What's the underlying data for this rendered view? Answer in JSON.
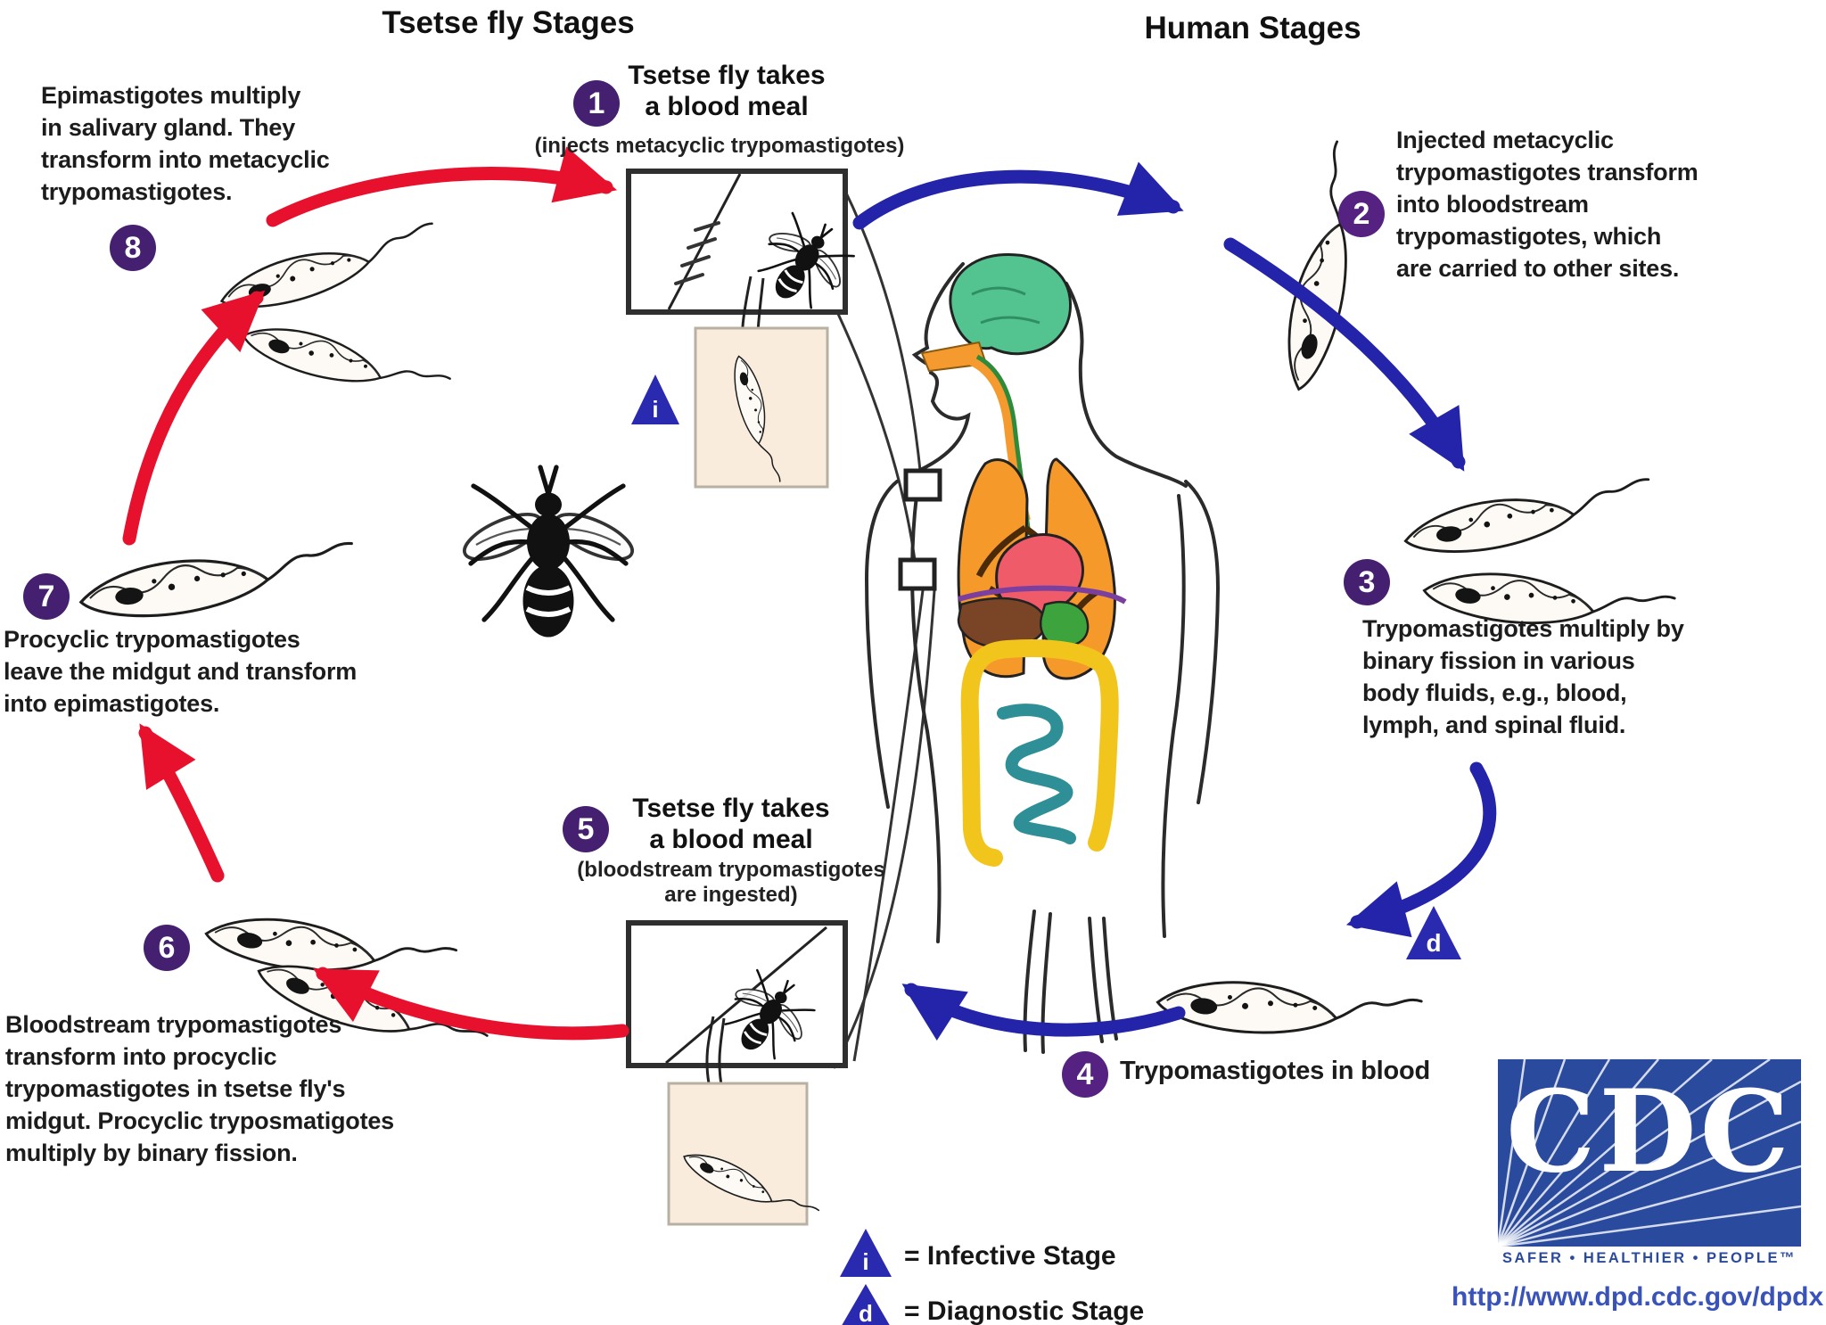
{
  "titles": {
    "left": "Tsetse fly Stages",
    "right": "Human Stages"
  },
  "steps": [
    {
      "num": "1",
      "text": "Tsetse fly takes\na blood meal",
      "sub": "(injects metacyclic trypomastigotes)"
    },
    {
      "num": "2",
      "text": "Injected metacyclic\ntrypomastigotes transform\ninto bloodstream\ntrypomastigotes, which\nare carried to other sites."
    },
    {
      "num": "3",
      "text": "Trypomastigotes multiply by\nbinary fission in various\nbody fluids, e.g., blood,\nlymph, and spinal fluid."
    },
    {
      "num": "4",
      "text": "Trypomastigotes in blood"
    },
    {
      "num": "5",
      "text": "Tsetse fly takes\na blood meal",
      "sub": "(bloodstream trypomastigotes\nare ingested)"
    },
    {
      "num": "6",
      "text": "Bloodstream trypomastigotes\ntransform into procyclic\ntrypomastigotes in tsetse fly's\nmidgut. Procyclic tryposmatigotes\nmultiply by binary fission."
    },
    {
      "num": "7",
      "text": "Procyclic trypomastigotes\nleave the midgut and transform\ninto epimastigotes."
    },
    {
      "num": "8",
      "text": "Epimastigotes multiply\nin salivary gland. They\ntransform into metacyclic\ntrypomastigotes."
    }
  ],
  "legend": {
    "infective_symbol": "i",
    "infective_label": "= Infective Stage",
    "diagnostic_symbol": "d",
    "diagnostic_label": "= Diagnostic Stage"
  },
  "footer": {
    "logo": "CDC",
    "tagline": "SAFER • HEALTHIER • PEOPLE™",
    "url": "http://www.dpd.cdc.gov/dpdx"
  },
  "colors": {
    "arrow_red": "#e8112d",
    "arrow_blue": "#2424aa",
    "badge_purple": "#452070",
    "triangle_blue": "#2a2ab0",
    "cdc_blue": "#2a4a9d",
    "skin_beige": "#f7e7d4"
  }
}
